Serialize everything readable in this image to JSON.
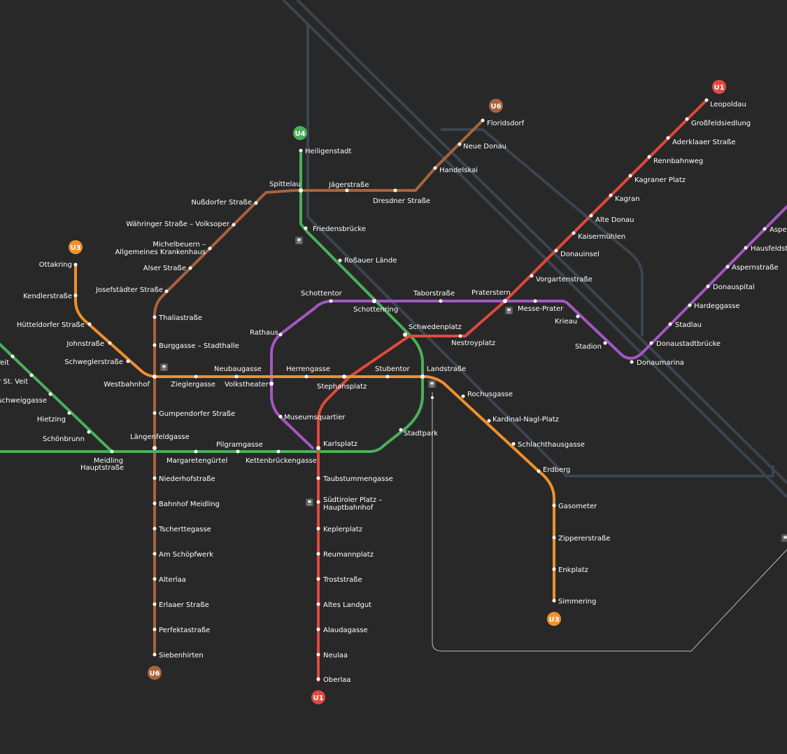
{
  "colors": {
    "background": "#282828",
    "rail": "#3a4550",
    "U1": "#e0493e",
    "U2": "#a457c2",
    "U3": "#f0902a",
    "U4": "#4caf5a",
    "U6": "#a8643c",
    "walk": "#bbbbbb",
    "station_dot": "#ffffff"
  },
  "badges": {
    "u1_top": "U1",
    "u1_bottom": "U1",
    "u3_top": "U3",
    "u3_bottom": "U3",
    "u4_top": "U4",
    "u6_top": "U6",
    "u6_bottom": "U6"
  },
  "train_icon": "train-icon",
  "stations": {
    "leopoldau": "Leopoldau",
    "grossfeldsiedlung": "Großfeldsiedlung",
    "aderklaaer": "Aderklaaer Straße",
    "rennbahnweg": "Rennbahnweg",
    "kagraner_platz": "Kagraner Platz",
    "kagran": "Kagran",
    "alte_donau": "Alte Donau",
    "kaisermuehlen": "Kaisermühlen",
    "donauinsel": "Donauinsel",
    "vorgarten": "Vorgartenstraße",
    "praterstern": "Praterstern",
    "nestroyplatz": "Nestroyplatz",
    "schwedenplatz": "Schwedenplatz",
    "stephansplatz": "Stephansplatz",
    "karlsplatz": "Karlsplatz",
    "taubstummengasse": "Taubstummengasse",
    "suedtiroler": "Südtiroler Platz –\nHauptbahnhof",
    "keplerplatz": "Keplerplatz",
    "reumannplatz": "Reumannplatz",
    "troststrasse": "Troststraße",
    "altes_landgut": "Altes Landgut",
    "alaudagasse": "Alaudagasse",
    "neulaa": "Neulaa",
    "oberlaa": "Oberlaa",
    "aspern": "Asper",
    "hausfeld": "Hausfeldst",
    "aspernstrasse": "Aspernstraße",
    "donauspital": "Donauspital",
    "hardeggasse": "Hardeggasse",
    "stadlau": "Stadlau",
    "donaustadtbruecke": "Donaustadtbrücke",
    "donaumarina": "Donaumarina",
    "stadion": "Stadion",
    "krieau": "Krieau",
    "messe_prater": "Messe-Prater",
    "taborstrasse": "Taborstraße",
    "schottenring": "Schottenring",
    "schottentor": "Schottentor",
    "rathaus": "Rathaus",
    "volkstheater": "Volkstheater",
    "museumsquartier": "Museumsquartier",
    "ottakring": "Ottakring",
    "kendlerstrasse": "Kendlerstraße",
    "huetteldorfer": "Hütteldorfer Straße",
    "johnstrasse": "Johnstraße",
    "schweglerstrasse": "Schweglerstraße",
    "westbahnhof": "Westbahnhof",
    "zieglergasse": "Zieglergasse",
    "neubaugasse": "Neubaugasse",
    "herrengasse": "Herrengasse",
    "stubentor": "Stubentor",
    "landstrasse": "Landstraße",
    "rochusgasse": "Rochusgasse",
    "kardinal": "Kardinal-Nagl-Platz",
    "schlachthausgasse": "Schlachthausgasse",
    "erdberg": "Erdberg",
    "gasometer": "Gasometer",
    "zipperer": "Zippererstraße",
    "enkplatz": "Enkplatz",
    "simmering": "Simmering",
    "heiligenstadt": "Heiligenstadt",
    "spittelau": "Spittelau",
    "friedensbruecke": "Friedensbrücke",
    "rossauer": "Roßauer Lände",
    "stadtpark": "Stadtpark",
    "kettenbrueckengasse": "Kettenbrückengasse",
    "pilgramgasse": "Pilgramgasse",
    "margaretenguertel": "Margaretengürtel",
    "laengenfeldgasse": "Längenfeldgasse",
    "meidling": "Meidling\nHauptstraße",
    "schoenbrunn": "Schönbrunn",
    "hietzing": "Hietzing",
    "braunschweig": "schweiggasse",
    "st_veit": "r St. Veit",
    "veit": "Veit",
    "floridsdorf": "Floridsdorf",
    "neue_donau": "Neue Donau",
    "handelskai": "Handelskai",
    "dresdner": "Dresdner Straße",
    "jaegerstrasse": "Jägerstraße",
    "nussdorfer": "Nußdorfer Straße",
    "waehringer": "Währinger Straße – Volksoper",
    "michelbeuern": "Michelbeuern –\nAllgemeines Krankenhaus",
    "alser": "Alser Straße",
    "josefstaedter": "Josefstädter Straße",
    "thaliastrasse": "Thaliastraße",
    "burggasse": "Burggasse – Stadthalle",
    "gumpendorfer": "Gumpendorfer Straße",
    "niederhof": "Niederhofstraße",
    "bahnhof_meidling": "Bahnhof Meidling",
    "tscherttegasse": "Tscherttegasse",
    "am_schoepfwerk": "Am Schöpfwerk",
    "alterlaa": "Alterlaa",
    "erlaaer": "Erlaaer Straße",
    "perfektastrasse": "Perfektastraße",
    "siebenhirten": "Siebenhirten"
  }
}
